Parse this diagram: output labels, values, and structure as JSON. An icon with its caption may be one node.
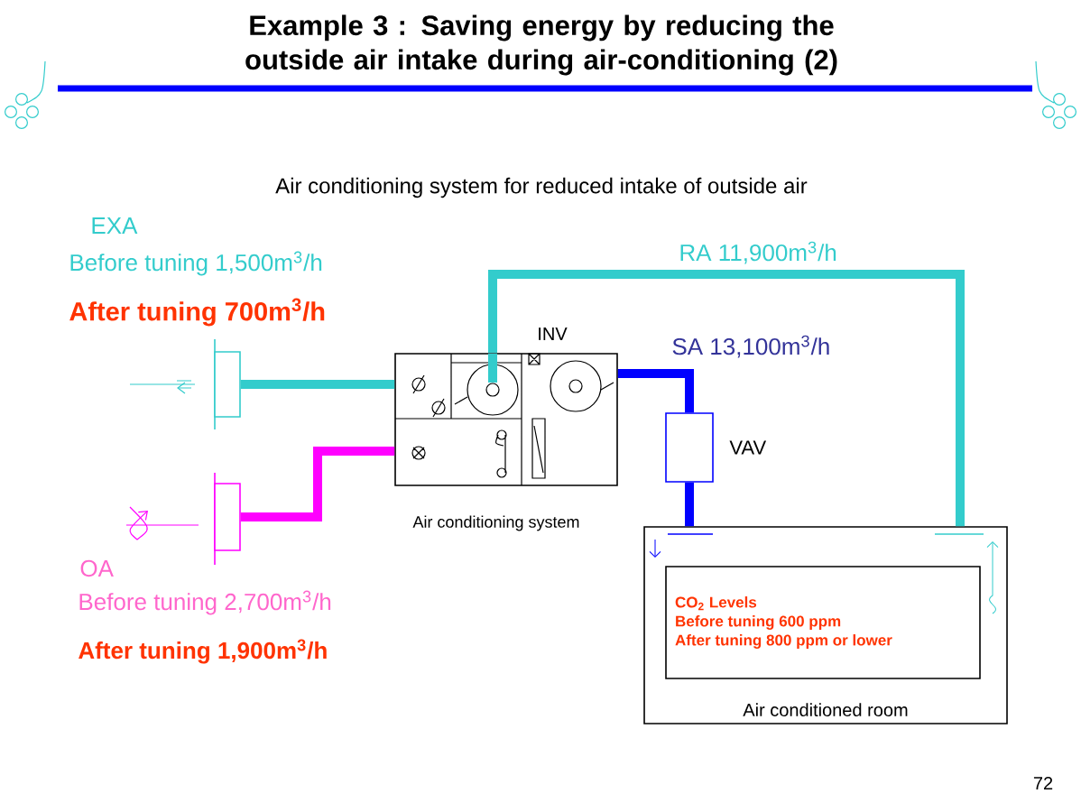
{
  "diagram": {
    "title": "Example 3 : Saving energy by reducing the outside air intake during air-conditioning (2)",
    "nodes": [
      {
        "text": [],
        "shape": "box",
        "beside": [
          "INV",
          "Air conditioning system"
        ]
      },
      {
        "text": [],
        "shape": "box"
      },
      {
        "text": [],
        "shape": "box"
      },
      {
        "text": [],
        "shape": "box",
        "beside": [
          "VAV"
        ]
      },
      {
        "text": [
          "Air conditioned room"
        ]
      },
      {
        "text": [
          "CO$_{2}$ Levels",
          "Before tuning 600 ppm",
          "After tuning 800 ppm or lower"
        ],
        "in": 4
      }
    ],
    "edges": [
      {
        "from": 0,
        "to": 1,
        "arrow": "none",
        "color": "#33cccc"
      },
      {
        "from": 2,
        "to": 0,
        "arrow": "none",
        "color": "#ff00ff"
      },
      {
        "from": 0,
        "to": 3,
        "arrow": "none",
        "color": "#0000ff"
      },
      {
        "from": 3,
        "to": 4,
        "arrow": "none",
        "color": "#0000ff"
      },
      {
        "from": 4,
        "to": 0,
        "arrow": "none",
        "color": "#33cccc"
      }
    ],
    "labels": [
      "Air conditioning system for reduced intake of outside air",
      "EXA",
      "Before tuning 1,500m$^{3}$/h",
      "After tuning 700m$^{3}$/h",
      "RA 11,900m$^{3}$/h",
      "SA 13,100m$^{3}$/h",
      "OA",
      "Before tuning 2,700m$^{3}$/h",
      "After tuning 1,900m$^{3}$/h",
      "72"
    ]
  }
}
